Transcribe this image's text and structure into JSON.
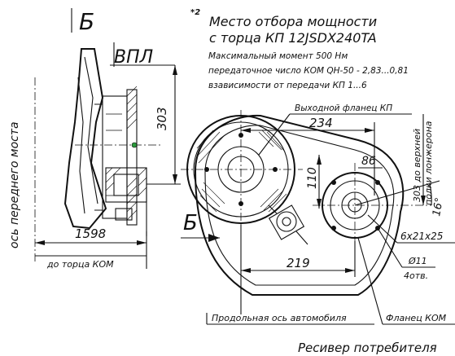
{
  "view_label_left": "Б",
  "view_label_arrow": "Б",
  "note": {
    "mark": "*2",
    "title_line1": "Место отбора мощности",
    "title_line2": "с торца КП 12JSDX240TA",
    "line3": "Максимальный момент 500 Нм",
    "line4": "передаточное число КОМ QH-50 - 2,83...0,81",
    "line5": "взависимости от передачи КП 1...6"
  },
  "labels": {
    "vpl": "ВПЛ",
    "front_axle": "ось переднего моста",
    "output_flange": "Выходной фланец КП",
    "long_axis": "Продольная ось автомобиля",
    "pto_flange": "Фланец КОМ",
    "receiver": "Ресивер потребителя",
    "to_pto_end": "до торца КОМ",
    "frame_top_line1": "303 до верхней",
    "frame_top_line2": "полки лонжерона"
  },
  "dimensions": {
    "d303": "303",
    "d1598": "1598",
    "d234": "234",
    "d86": "86",
    "d110": "110",
    "d219": "219",
    "angle": "16°",
    "spline": "6x21x25",
    "holes_dia": "Ø11",
    "holes_count": "4отв."
  }
}
